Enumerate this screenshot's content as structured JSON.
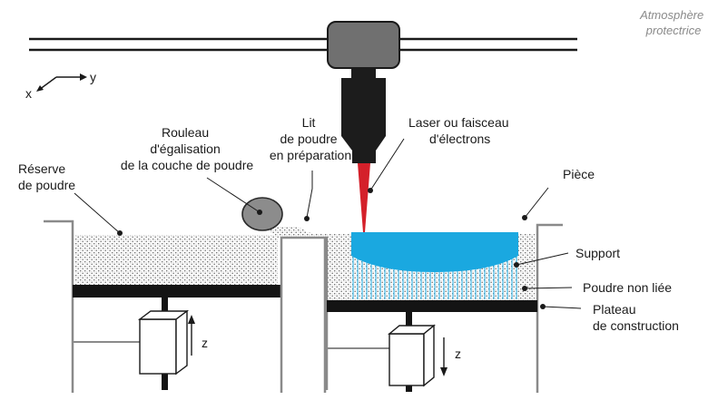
{
  "labels": {
    "atmosphere": [
      "Atmosphère",
      "protectrice"
    ],
    "axis_y": "y",
    "axis_x": "x",
    "axis_z_left": "z",
    "axis_z_right": "z",
    "roller": [
      "Rouleau",
      "d'égalisation",
      "de la couche de poudre"
    ],
    "powder_reserve": [
      "Réserve",
      "de poudre"
    ],
    "powder_bed": [
      "Lit",
      "de poudre",
      "en préparation"
    ],
    "laser": [
      "Laser ou faisceau",
      "d'électrons"
    ],
    "part": "Pièce",
    "support": "Support",
    "unbound_powder": "Poudre non liée",
    "build_plate": [
      "Plateau",
      "de construction"
    ]
  },
  "colors": {
    "part": "#1aa8e0",
    "beam": "#d4202a",
    "head": "#707070",
    "nozzle": "#1c1c1c",
    "roller": "#8c8c8c",
    "plate": "#141414",
    "powder": "#b9b9b9"
  }
}
